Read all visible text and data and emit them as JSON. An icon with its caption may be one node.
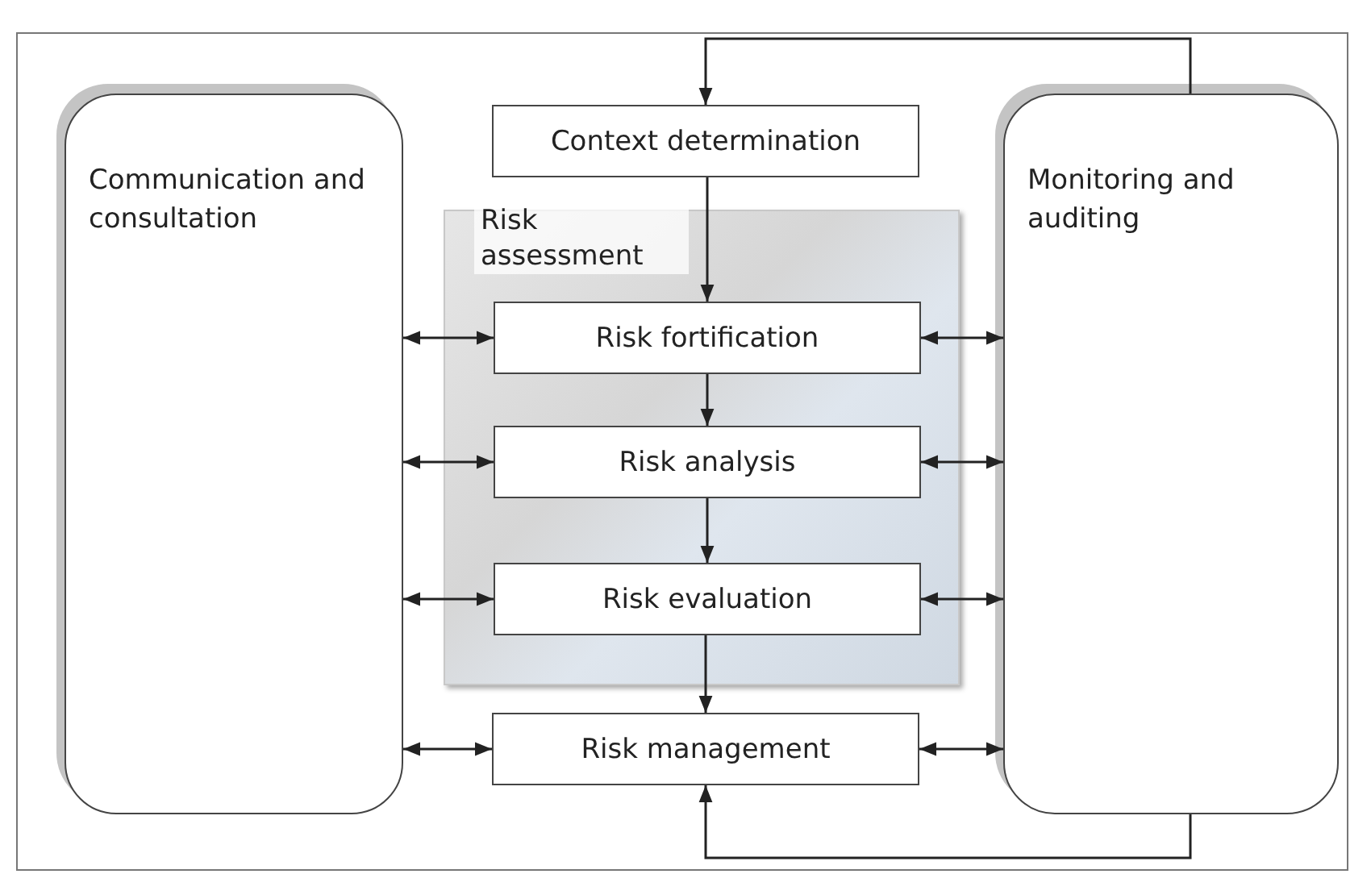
{
  "diagram": {
    "nodes": [
      {
        "text": [
          "Communication and consultation"
        ]
      },
      {
        "text": [
          "Context determination"
        ]
      },
      {
        "text": [
          "Risk assessment"
        ]
      },
      {
        "text": [
          "Risk fortification"
        ],
        "in": 2
      },
      {
        "text": [
          "Risk analysis"
        ],
        "in": 2
      },
      {
        "text": [
          "Risk evaluation"
        ],
        "in": 2
      },
      {
        "text": [
          "Risk management"
        ]
      },
      {
        "text": [
          "Monitoring and auditing"
        ]
      }
    ],
    "edges": [
      {
        "from": 1,
        "to": 3,
        "arrow": "to"
      },
      {
        "from": 3,
        "to": 4,
        "arrow": "to"
      },
      {
        "from": 4,
        "to": 5,
        "arrow": "to"
      },
      {
        "from": 5,
        "to": 6,
        "arrow": "to"
      },
      {
        "from": 7,
        "to": 1,
        "arrow": "to"
      },
      {
        "from": 7,
        "to": 6,
        "arrow": "to"
      },
      {
        "from": 0,
        "to": 3,
        "arrow": "both"
      },
      {
        "from": 0,
        "to": 4,
        "arrow": "both"
      },
      {
        "from": 0,
        "to": 5,
        "arrow": "both"
      },
      {
        "from": 0,
        "to": 6,
        "arrow": "both"
      },
      {
        "from": 3,
        "to": 7,
        "arrow": "both"
      },
      {
        "from": 4,
        "to": 7,
        "arrow": "both"
      },
      {
        "from": 5,
        "to": 7,
        "arrow": "both"
      },
      {
        "from": 6,
        "to": 7,
        "arrow": "both"
      }
    ]
  }
}
